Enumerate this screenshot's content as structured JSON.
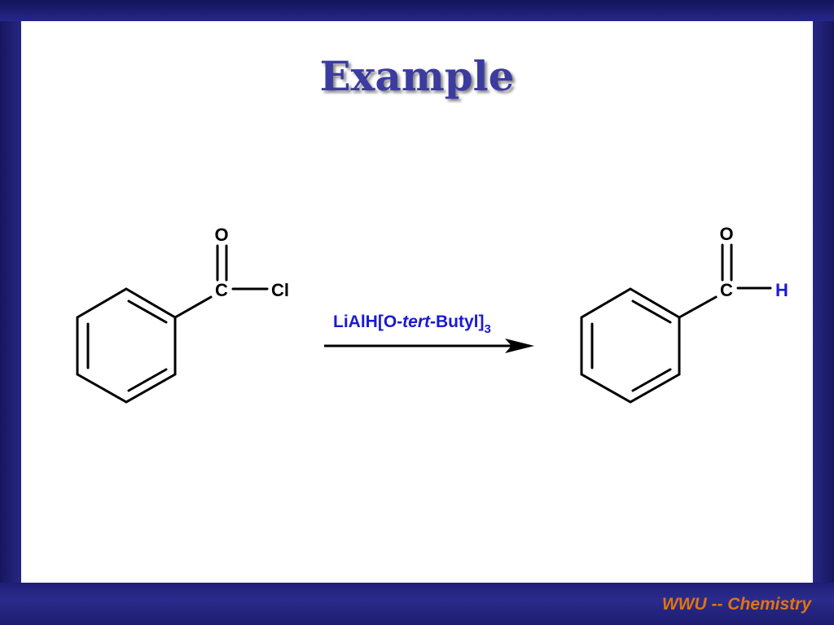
{
  "slide": {
    "title": "Example",
    "footer": "WWU -- Chemistry"
  },
  "reaction": {
    "reactant": {
      "carbonyl_o": "O",
      "carbonyl_c": "C",
      "substituent": "Cl"
    },
    "reagent": {
      "prefix": "LiAlH[O-",
      "italic": "tert",
      "suffix": "-Butyl]",
      "subscript": "3"
    },
    "product": {
      "carbonyl_o": "O",
      "carbonyl_c": "C",
      "substituent": "H"
    }
  },
  "colors": {
    "title": "#3b3ba0",
    "reagent": "#1a1ad0",
    "product_h": "#1a1ad0",
    "footer": "#e07410"
  }
}
